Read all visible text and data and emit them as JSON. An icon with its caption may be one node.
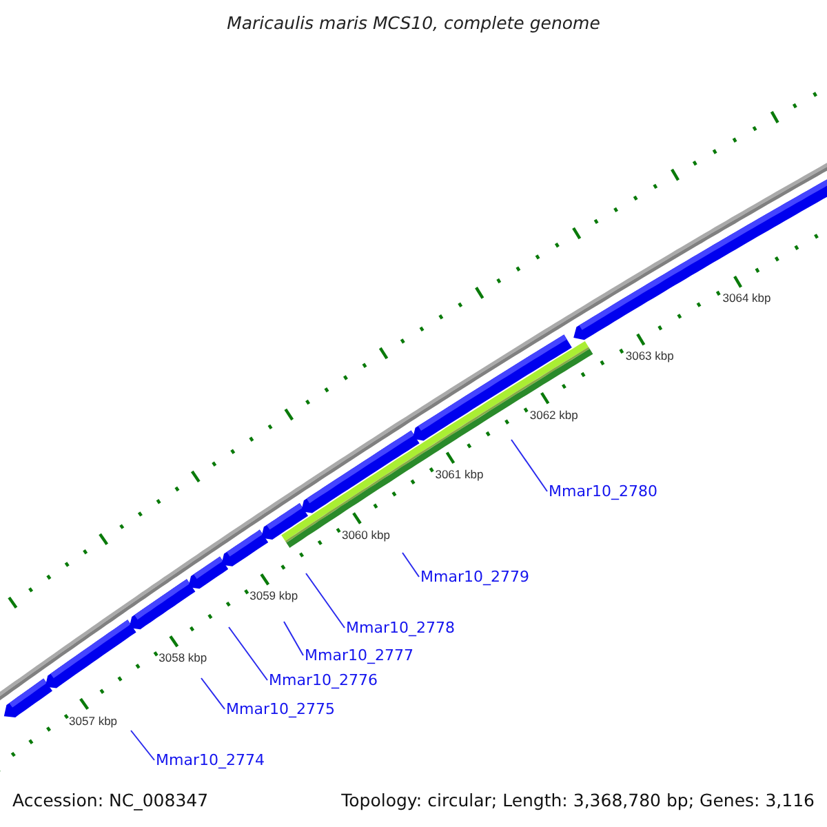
{
  "diagram": {
    "title": "Maricaulis maris MCS10, complete genome",
    "nodes": [
      {
        "text": [
          "Mmar10_2774"
        ]
      },
      {
        "text": [
          "Mmar10_2775"
        ]
      },
      {
        "text": [
          "Mmar10_2776"
        ]
      },
      {
        "text": [
          "Mmar10_2777"
        ]
      },
      {
        "text": [
          "Mmar10_2778"
        ]
      },
      {
        "text": [
          "Mmar10_2779"
        ]
      },
      {
        "text": [
          "Mmar10_2780"
        ]
      }
    ],
    "edges": [
      {
        "from": 0,
        "to": null,
        "arrow": "none"
      },
      {
        "from": 1,
        "to": null,
        "arrow": "none"
      },
      {
        "from": 2,
        "to": null,
        "arrow": "none"
      },
      {
        "from": 3,
        "to": null,
        "arrow": "none"
      },
      {
        "from": 4,
        "to": null,
        "arrow": "none"
      },
      {
        "from": 5,
        "to": null,
        "arrow": "none"
      },
      {
        "from": 6,
        "to": null,
        "arrow": "none"
      }
    ],
    "labels": [
      "3064 kbp",
      "3063 kbp",
      "3062 kbp",
      "3061 kbp",
      "3060 kbp",
      "3059 kbp",
      "3058 kbp",
      "3057 kbp",
      "Accession: NC_008347",
      "Topology: circular; Length: 3,368,780 bp; Genes: 3,116"
    ]
  }
}
